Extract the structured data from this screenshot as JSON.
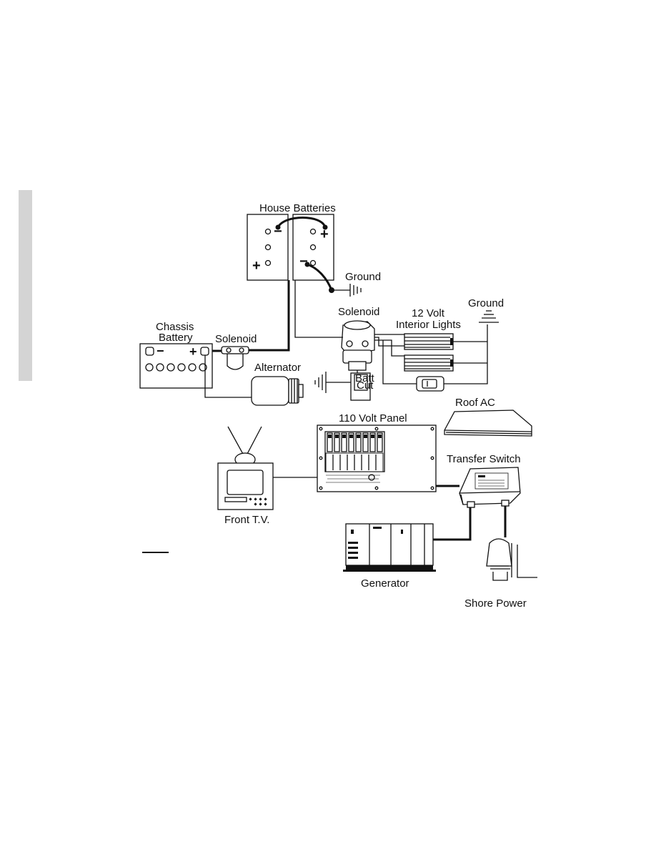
{
  "labels": {
    "house_batteries": "House Batteries",
    "ground_1": "Ground",
    "solenoid_house": "Solenoid",
    "interior_lights_line1": "12 Volt",
    "interior_lights_line2": "Interior Lights",
    "ground_2": "Ground",
    "chassis_battery_line1": "Chassis",
    "chassis_battery_line2": "Battery",
    "solenoid_chassis": "Solenoid",
    "alternator": "Alternator",
    "batt_cut_line1": "Batt",
    "batt_cut_line2": "Cut",
    "panel_110": "110 Volt Panel",
    "roof_ac": "Roof  AC",
    "transfer_switch": "Transfer Switch",
    "front_tv": "Front T.V.",
    "generator": "Generator",
    "shore_power": "Shore Power"
  },
  "symbols": {
    "minus": "−",
    "plus": "+"
  }
}
